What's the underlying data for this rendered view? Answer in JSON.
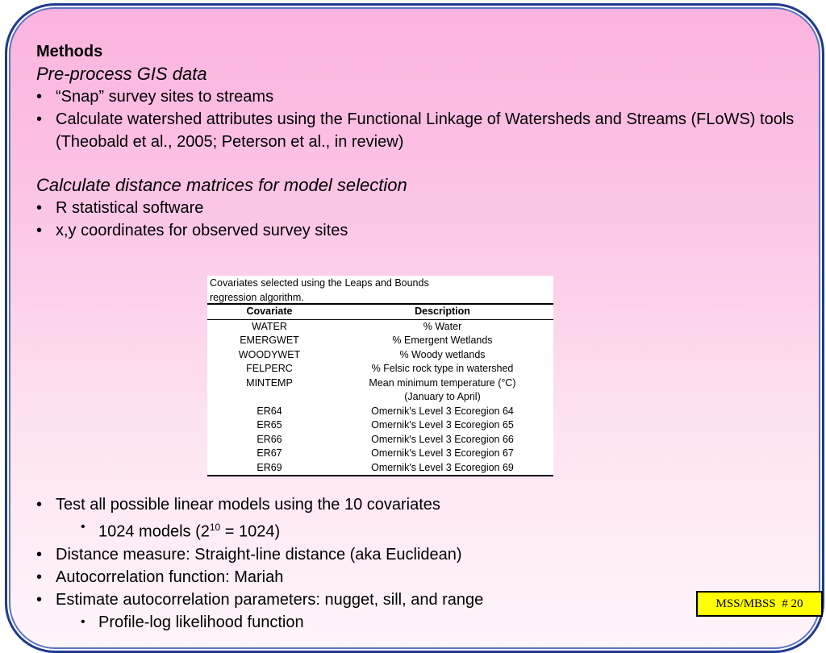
{
  "slide": {
    "heading": "Methods",
    "section1_title": "Pre-process GIS data",
    "section1_bullets": [
      "“Snap” survey sites to streams",
      "Calculate watershed attributes using the Functional Linkage of Watersheds and Streams (FLoWS) tools (Theobald et al., 2005; Peterson et al., in review)"
    ],
    "section2_title": "Calculate distance matrices for model selection",
    "section2_bullets": [
      "R statistical software",
      "x,y coordinates for observed survey sites"
    ],
    "section3": {
      "bullet1": "Test all possible linear models using the 10 covariates",
      "sub1_prefix": "1024 models (2",
      "sub1_sup": "10",
      "sub1_suffix": " = 1024)",
      "bullet2": "Distance measure: Straight-line distance (aka Euclidean)",
      "bullet3": "Autocorrelation function: Mariah",
      "bullet4": "Estimate autocorrelation parameters: nugget, sill, and range",
      "sub4": "Profile-log likelihood function"
    }
  },
  "table": {
    "caption_line1": "Covariates selected using the Leaps and Bounds",
    "caption_line2": "regression algorithm.",
    "headers": [
      "Covariate",
      "Description"
    ],
    "rows": [
      [
        "WATER",
        "% Water"
      ],
      [
        "EMERGWET",
        "% Emergent Wetlands"
      ],
      [
        "WOODYWET",
        "% Woody wetlands"
      ],
      [
        "FELPERC",
        "% Felsic rock type in watershed"
      ],
      [
        "MINTEMP",
        "Mean minimum temperature (°C)"
      ],
      [
        "",
        "(January to April)"
      ],
      [
        "ER64",
        "Omernik's Level 3 Ecoregion 64"
      ],
      [
        "ER65",
        "Omernik's Level 3 Ecoregion 65"
      ],
      [
        "ER66",
        "Omernik's Level 3 Ecoregion 66"
      ],
      [
        "ER67",
        "Omernik's Level 3 Ecoregion 67"
      ],
      [
        "ER69",
        "Omernik's Level 3 Ecoregion 69"
      ]
    ]
  },
  "footer": {
    "label": "MSS/MBSS  # 20"
  },
  "colors": {
    "border": "#1f3b8c",
    "background_top": "#fbb3df",
    "badge": "#ffff00"
  }
}
